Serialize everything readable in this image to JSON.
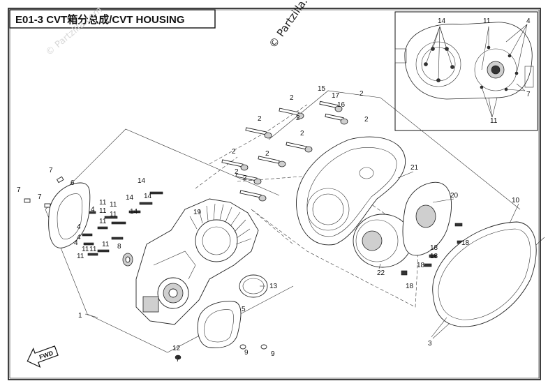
{
  "title": "E01-3 CVT箱分总成/CVT HOUSING",
  "watermark": "© Partzilla.com",
  "watermark_faint": "© Partzilla.com",
  "fwd_label": "FWD",
  "callouts": {
    "c1": "1",
    "c3": "3",
    "c4a": "4",
    "c4b": "4",
    "c4c": "4",
    "c4d": "4",
    "c5": "5",
    "c6": "6",
    "c7a": "7",
    "c7b": "7",
    "c7c": "7",
    "c7d": "7",
    "c8": "8",
    "c9a": "9",
    "c9b": "9",
    "c10": "10",
    "c11a": "11",
    "c11b": "11",
    "c11c": "11",
    "c11d": "11",
    "c11e": "11",
    "c11f": "11",
    "c11g": "11",
    "c11h": "11",
    "c11i": "11",
    "c12": "12",
    "c13": "13",
    "c14a": "14",
    "c14b": "14",
    "c14c": "14",
    "c14d": "14",
    "c15": "15",
    "c16": "16",
    "c17": "17",
    "c18a": "18",
    "c18b": "18",
    "c18c": "18",
    "c18d": "18",
    "c18e": "18",
    "c19": "19",
    "c20": "20",
    "c21": "21",
    "c22": "22",
    "c2a": "2",
    "c2b": "2",
    "c2c": "2",
    "c2d": "2",
    "c2e": "2",
    "c2f": "2",
    "c2g": "2",
    "c2h": "2",
    "c2i": "2",
    "c2j": "2"
  },
  "inset_callouts": {
    "i14": "14",
    "i11a": "11",
    "i4": "4",
    "i7": "7",
    "i11b": "11"
  }
}
